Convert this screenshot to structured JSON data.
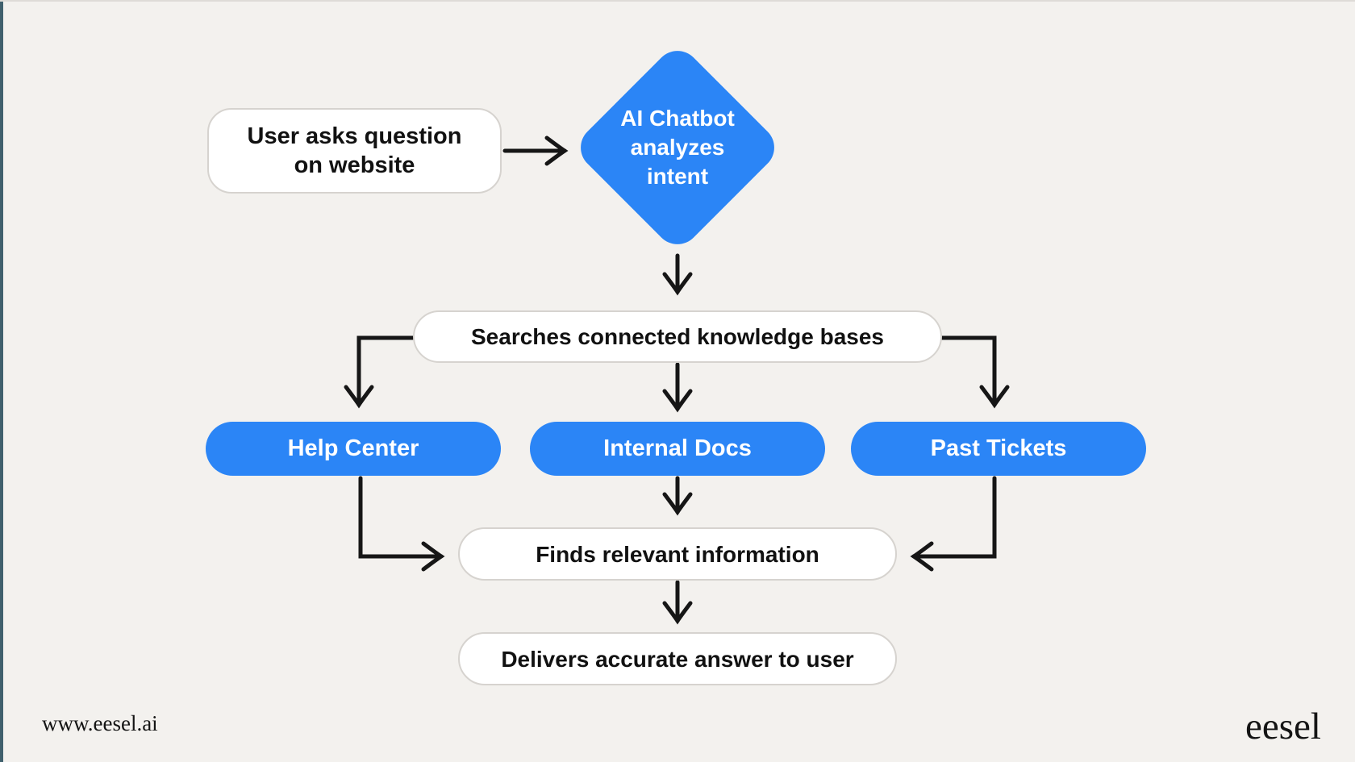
{
  "page": {
    "background_color": "#f3f1ee",
    "accent_color": "#2b85f6",
    "text_color": "#111111",
    "node_background": "#ffffff",
    "node_border_color": "#d6d3cf",
    "arrow_color": "#161616",
    "edge_bar_color": "#40606d"
  },
  "flowchart": {
    "nodes": {
      "user_question": {
        "label": "User asks question on website",
        "shape": "rounded-rect",
        "variant": "light"
      },
      "ai_chatbot": {
        "label": "AI Chatbot\nanalyzes\nintent",
        "shape": "diamond",
        "variant": "blue"
      },
      "search_kb": {
        "label": "Searches connected knowledge bases",
        "shape": "rounded-rect",
        "variant": "light"
      },
      "help_center": {
        "label": "Help Center",
        "shape": "pill",
        "variant": "blue"
      },
      "internal_docs": {
        "label": "Internal Docs",
        "shape": "pill",
        "variant": "blue"
      },
      "past_tickets": {
        "label": "Past Tickets",
        "shape": "pill",
        "variant": "blue"
      },
      "finds_info": {
        "label": "Finds relevant information",
        "shape": "rounded-rect",
        "variant": "light"
      },
      "delivers_answer": {
        "label": "Delivers accurate answer to user",
        "shape": "rounded-rect",
        "variant": "light"
      }
    },
    "edges": [
      {
        "from": "user_question",
        "to": "ai_chatbot"
      },
      {
        "from": "ai_chatbot",
        "to": "search_kb"
      },
      {
        "from": "search_kb",
        "to": "help_center"
      },
      {
        "from": "search_kb",
        "to": "internal_docs"
      },
      {
        "from": "search_kb",
        "to": "past_tickets"
      },
      {
        "from": "help_center",
        "to": "finds_info"
      },
      {
        "from": "internal_docs",
        "to": "finds_info"
      },
      {
        "from": "past_tickets",
        "to": "finds_info"
      },
      {
        "from": "finds_info",
        "to": "delivers_answer"
      }
    ]
  },
  "footer": {
    "website_url": "www.eesel.ai",
    "brand_logo": "eesel"
  }
}
